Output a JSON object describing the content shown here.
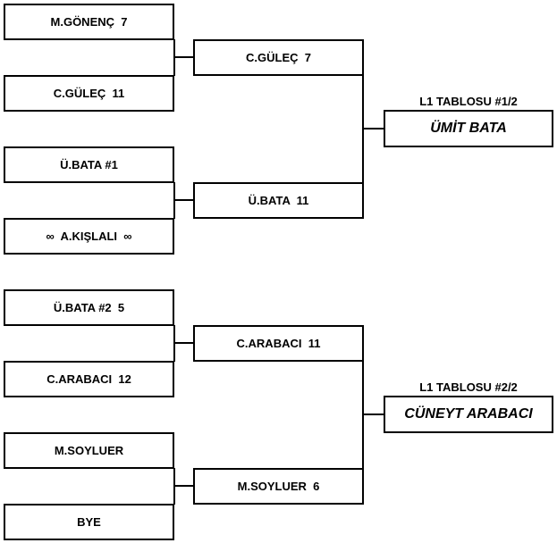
{
  "bracket_1": {
    "round1": [
      "M.GÖNENÇ  7",
      "C.GÜLEÇ  11",
      "Ü.BATA #1",
      "∞  A.KIŞLALI  ∞"
    ],
    "round2": [
      "C.GÜLEÇ  7",
      "Ü.BATA  11"
    ],
    "title": "L1 TABLOSU #1/2",
    "winner": "ÜMİT BATA"
  },
  "bracket_2": {
    "round1": [
      "Ü.BATA #2  5",
      "C.ARABACI  12",
      "M.SOYLUER",
      "BYE"
    ],
    "round2": [
      "C.ARABACI  11",
      "M.SOYLUER  6"
    ],
    "title": "L1 TABLOSU #2/2",
    "winner": "CÜNEYT ARABACI"
  }
}
